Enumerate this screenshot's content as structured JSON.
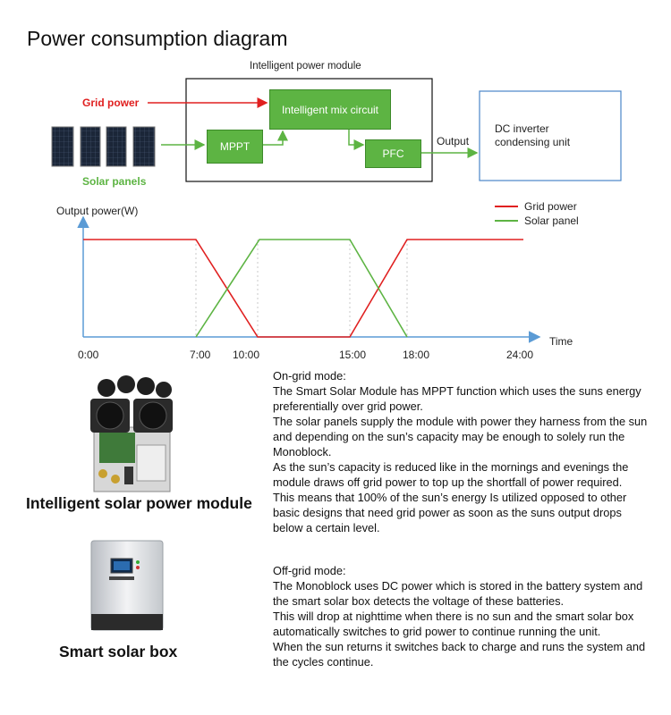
{
  "title": "Power consumption diagram",
  "block": {
    "module_label": "Intelligent power module",
    "grid_power": "Grid power",
    "solar_panels": "Solar panels",
    "mppt": "MPPT",
    "mix_circuit": "Intelligent mix circuit",
    "pfc": "PFC",
    "output": "Output",
    "dc_inverter_line1": "DC inverter",
    "dc_inverter_line2": "condensing unit",
    "colors": {
      "grid": "#e02020",
      "solar": "#5db443",
      "box_border": "#4a86c8"
    }
  },
  "chart_data": {
    "type": "line",
    "ylabel": "Output power(W)",
    "xlabel": "Time",
    "x_ticks": [
      "0:00",
      "7:00",
      "10:00",
      "15:00",
      "18:00",
      "24:00"
    ],
    "x_tick_values": [
      0,
      7,
      10,
      15,
      18,
      24
    ],
    "xlim": [
      0,
      24
    ],
    "series": [
      {
        "name": "Grid power",
        "color": "#e02020",
        "x": [
          0,
          6,
          9,
          15,
          17,
          24
        ],
        "values": [
          "high",
          "high",
          "low",
          "low",
          "high",
          "high"
        ]
      },
      {
        "name": "Solar panel",
        "color": "#5db443",
        "x": [
          6,
          9,
          14,
          17
        ],
        "values": [
          "low",
          "high",
          "high",
          "low"
        ]
      }
    ],
    "legend_position": "top-right"
  },
  "products": {
    "module_name": "Intelligent solar power module",
    "box_name": "Smart solar box"
  },
  "text": {
    "ongrid": [
      "On-grid mode:",
      "The Smart Solar Module has MPPT function which uses the suns energy preferentially over grid power.",
      "The solar panels supply the module with power they harness from the sun and depending on the sun’s capacity may be enough to solely run the Monoblock.",
      "As the sun’s capacity is reduced like in the mornings and evenings the module draws off grid power to top up the shortfall of power required.",
      "This means that 100% of the sun’s energy Is utilized opposed to other basic designs that need grid power as soon as the suns output drops below a certain level."
    ],
    "offgrid": [
      "Off-grid mode:",
      "The Monoblock uses DC power which is stored in the battery system and the smart solar box detects the voltage of these batteries.",
      "This will drop at nighttime when there is no sun and the smart solar box automatically switches to grid power to continue running the unit.",
      "When the sun returns it switches back to charge and runs the system and the cycles continue."
    ]
  }
}
